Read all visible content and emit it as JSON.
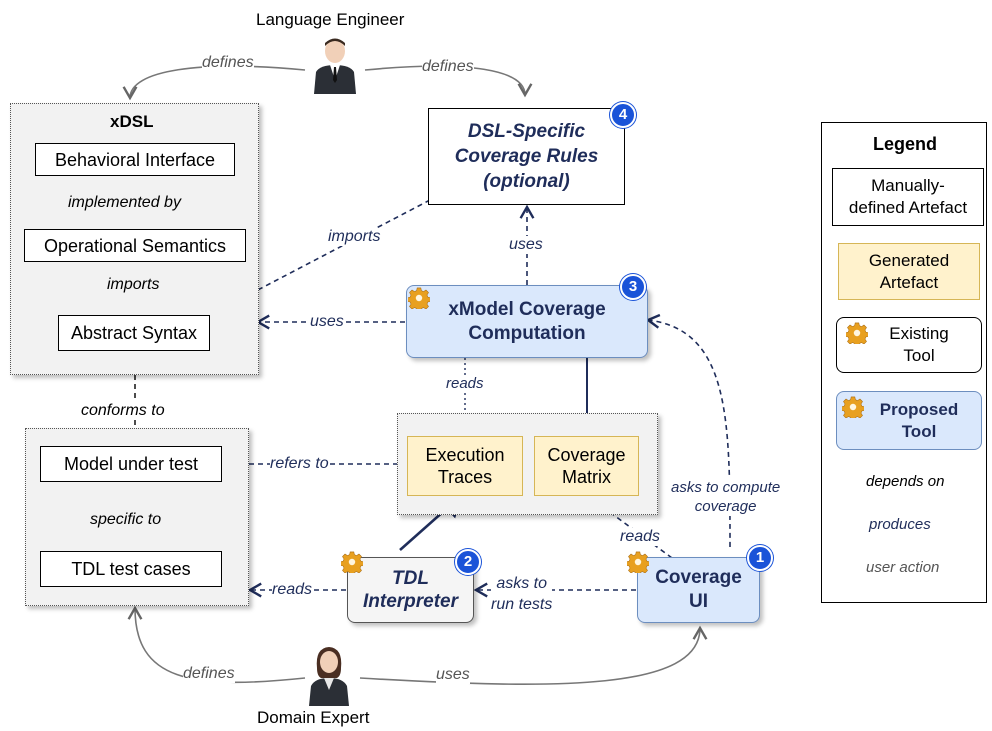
{
  "actors": {
    "language_engineer": "Language  Engineer",
    "domain_expert": "Domain Expert"
  },
  "xdsl": {
    "title": "xDSL",
    "behavioral_interface": "Behavioral Interface",
    "operational_semantics": "Operational Semantics",
    "abstract_syntax": "Abstract Syntax",
    "implemented_by": "implemented by",
    "imports": "imports"
  },
  "test_group": {
    "model_under_test": "Model under test",
    "tdl_test_cases": "TDL test cases",
    "specific_to": "specific to",
    "conforms_to": "conforms to"
  },
  "rules": {
    "line1": "DSL-Specific",
    "line2": "Coverage Rules",
    "line3": "(optional)",
    "badge": "4"
  },
  "computation": {
    "line1": "xModel Coverage",
    "line2": "Computation",
    "badge": "3"
  },
  "artefacts": {
    "traces_line1": "Execution",
    "traces_line2": "Traces",
    "matrix_line1": "Coverage",
    "matrix_line2": "Matrix"
  },
  "interpreter": {
    "line1": "TDL",
    "line2": "Interpreter",
    "badge": "2"
  },
  "ui": {
    "line1": "Coverage",
    "line2": "UI",
    "badge": "1"
  },
  "edges": {
    "defines_left": "defines",
    "defines_right": "defines",
    "imports": "imports",
    "uses_rules": "uses",
    "uses_syntax": "uses",
    "reads_traces": "reads",
    "refers_to": "refers to",
    "asks_compute_1": "asks to compute",
    "asks_compute_2": "coverage",
    "reads_matrix": "reads",
    "asks_run_1": "asks to",
    "asks_run_2": "run tests",
    "reads_tdl": "reads",
    "defines_bottom": "defines",
    "uses_bottom": "uses"
  },
  "legend": {
    "title": "Legend",
    "manual_line1": "Manually-",
    "manual_line2": "defined Artefact",
    "generated_line1": "Generated",
    "generated_line2": "Artefact",
    "existing_line1": "Existing",
    "existing_line2": "Tool",
    "proposed_line1": "Proposed",
    "proposed_line2": "Tool",
    "depends_on": "depends on",
    "produces": "produces",
    "user_action": "user action"
  },
  "colors": {
    "navy": "#1f2d5a",
    "tool_fill": "#dae8fc",
    "generated_fill": "#fff2cc",
    "badge_blue": "#1a53d8",
    "container_fill": "#f2f2f2"
  }
}
